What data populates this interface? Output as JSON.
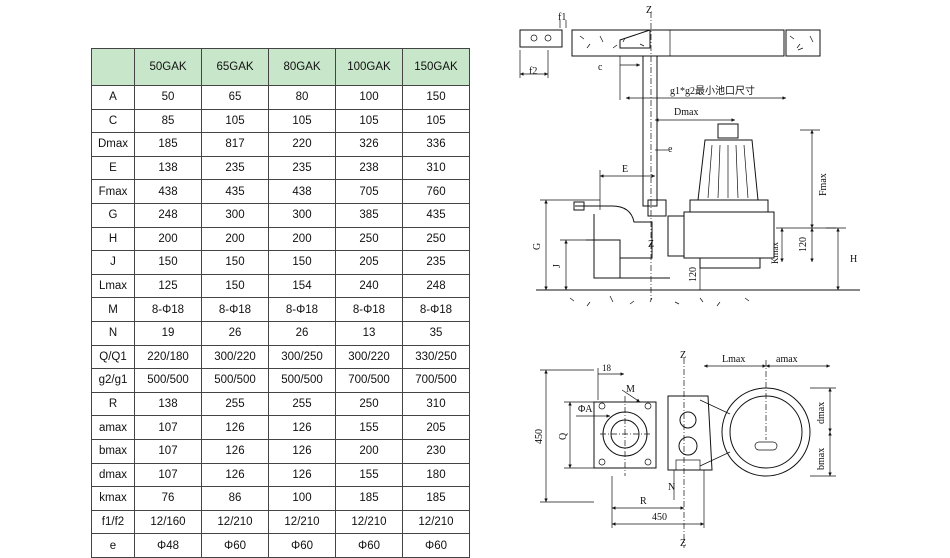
{
  "table": {
    "headers": [
      "",
      "50GAK",
      "65GAK",
      "80GAK",
      "100GAK",
      "150GAK"
    ],
    "rows": [
      [
        "A",
        "50",
        "65",
        "80",
        "100",
        "150"
      ],
      [
        "C",
        "85",
        "105",
        "105",
        "105",
        "105"
      ],
      [
        "Dmax",
        "185",
        "817",
        "220",
        "326",
        "336"
      ],
      [
        "E",
        "138",
        "235",
        "235",
        "238",
        "310"
      ],
      [
        "Fmax",
        "438",
        "435",
        "438",
        "705",
        "760"
      ],
      [
        "G",
        "248",
        "300",
        "300",
        "385",
        "435"
      ],
      [
        "H",
        "200",
        "200",
        "200",
        "250",
        "250"
      ],
      [
        "J",
        "150",
        "150",
        "150",
        "205",
        "235"
      ],
      [
        "Lmax",
        "125",
        "150",
        "154",
        "240",
        "248"
      ],
      [
        "M",
        "8-Φ18",
        "8-Φ18",
        "8-Φ18",
        "8-Φ18",
        "8-Φ18"
      ],
      [
        "N",
        "19",
        "26",
        "26",
        "13",
        "35"
      ],
      [
        "Q/Q1",
        "220/180",
        "300/220",
        "300/250",
        "300/220",
        "330/250"
      ],
      [
        "g2/g1",
        "500/500",
        "500/500",
        "500/500",
        "700/500",
        "700/500"
      ],
      [
        "R",
        "138",
        "255",
        "255",
        "250",
        "310"
      ],
      [
        "amax",
        "107",
        "126",
        "126",
        "155",
        "205"
      ],
      [
        "bmax",
        "107",
        "126",
        "126",
        "200",
        "230"
      ],
      [
        "dmax",
        "107",
        "126",
        "126",
        "155",
        "180"
      ],
      [
        "kmax",
        "76",
        "86",
        "100",
        "185",
        "185"
      ],
      [
        "f1/f2",
        "12/160",
        "12/210",
        "12/210",
        "12/210",
        "12/210"
      ],
      [
        "e",
        "Φ48",
        "Φ60",
        "Φ60",
        "Φ60",
        "Φ60"
      ]
    ]
  },
  "side_view": {
    "f1": "f1",
    "f2": "f2",
    "z_top": "Z",
    "c": "c",
    "g_note": "g1*g2最小池口尺寸",
    "dmax": "Dmax",
    "e": "e",
    "E": "E",
    "fmax": "Fmax",
    "G": "G",
    "J": "J",
    "Z_mid": "Z",
    "kmax": "Kmax",
    "v120a": "120",
    "v120b": "120",
    "H": "H"
  },
  "plan_view": {
    "z_top": "Z",
    "lmax": "Lmax",
    "amax": "amax",
    "v18": "18",
    "M": "M",
    "phiA": "ΦA",
    "v450_left": "450",
    "Q": "Q",
    "dmax": "dmax",
    "bmax": "bmax",
    "N": "N",
    "R": "R",
    "v450_bottom": "450",
    "z_bottom": "Z"
  },
  "colors": {
    "header_bg": "#c8e6c9",
    "line": "#111111"
  }
}
